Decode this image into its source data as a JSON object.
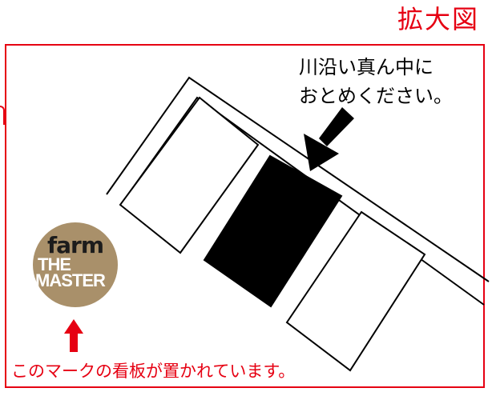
{
  "title": "拡大図",
  "instruction": {
    "line1": "川沿い真ん中に",
    "line2": "おとめください。"
  },
  "logo": {
    "brand": "farm",
    "line1": "THE",
    "line2": "MASTER",
    "background": "#a9906a"
  },
  "caption": "このマークの看板が置かれています。",
  "colors": {
    "accent": "#e60012",
    "parking_filled": "#000000",
    "outline": "#000000"
  },
  "icons": {
    "pointer": "down-left-arrow-icon",
    "marker": "up-arrow-icon"
  }
}
